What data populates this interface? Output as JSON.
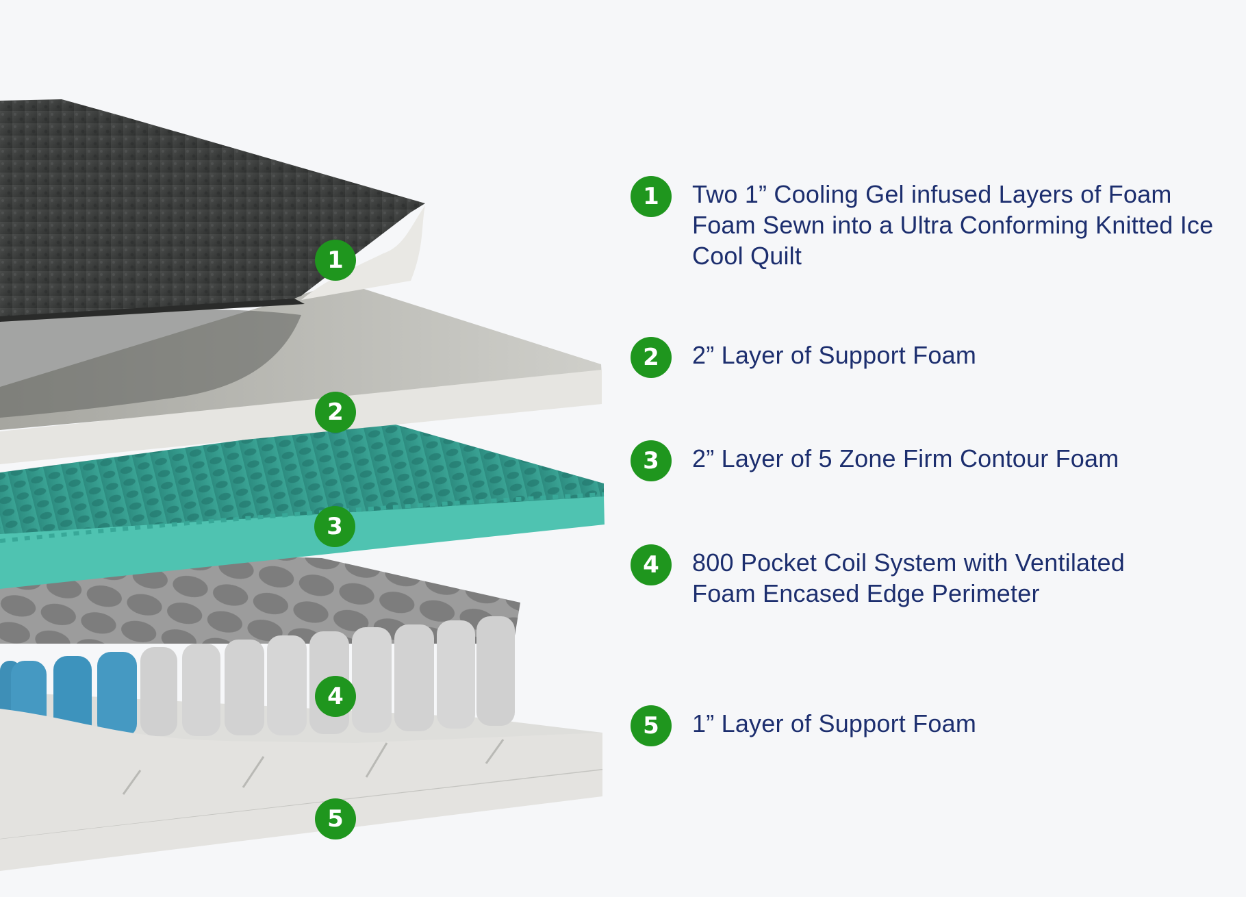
{
  "colors": {
    "background": "#f6f7f9",
    "badge": "#1f961e",
    "text": "#1c2e6e",
    "quilt": "#3f4140",
    "foam": "#e6e5e1",
    "contour_foam": "#4fc3b1",
    "coil_grey": "#c9c9c9",
    "coil_blue": "#3d93bd"
  },
  "illustration": {
    "alt": "Exploded view of mattress layers",
    "markers": [
      "1",
      "2",
      "3",
      "4",
      "5"
    ]
  },
  "layers": [
    {
      "number": "1",
      "text": "Two 1” Cooling Gel infused Layers of Foam Foam Sewn into a Ultra Conforming Knitted Ice Cool Quilt"
    },
    {
      "number": "2",
      "text": "2” Layer of Support Foam"
    },
    {
      "number": "3",
      "text": "2” Layer of 5 Zone Firm Contour Foam"
    },
    {
      "number": "4",
      "text": "800 Pocket Coil System with Ventilated Foam Encased Edge Perimeter"
    },
    {
      "number": "5",
      "text": "1” Layer of Support Foam"
    }
  ]
}
